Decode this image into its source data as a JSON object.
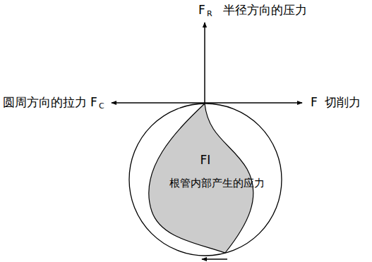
{
  "diagram": {
    "nodes": [
      {
        "text": [
          "FI",
          "根管内部产生的应力"
        ]
      }
    ],
    "labels": [
      "F",
      "R",
      "半径方向的压力",
      "圆周方向的拉力",
      "F",
      "C",
      "F",
      "切削力"
    ]
  }
}
